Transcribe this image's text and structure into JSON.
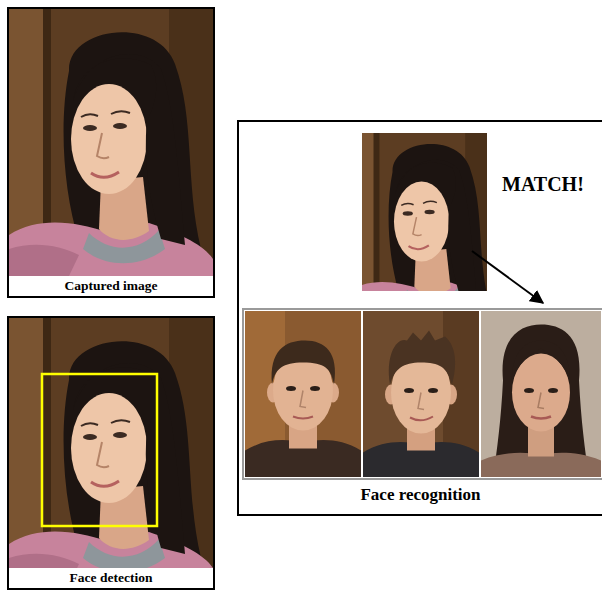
{
  "diagram": {
    "nodes": [
      {
        "text": [
          "Captured image"
        ]
      },
      {
        "text": [
          "Face detection"
        ]
      },
      {
        "text": [
          "MATCH!",
          "Face recognition"
        ]
      }
    ]
  }
}
